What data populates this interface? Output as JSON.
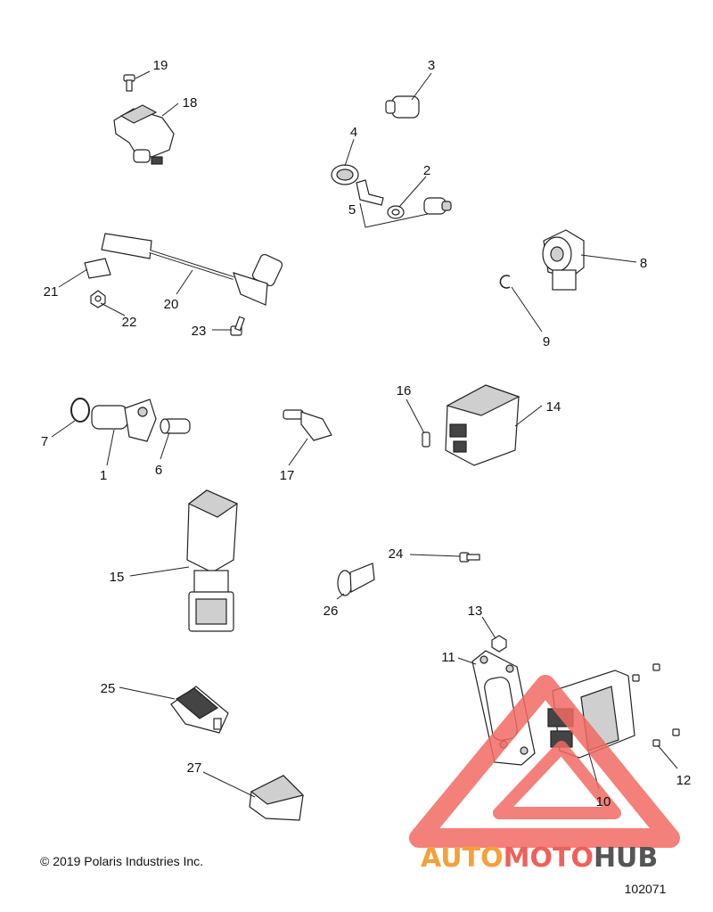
{
  "callouts": [
    "1",
    "2",
    "3",
    "4",
    "5",
    "6",
    "7",
    "8",
    "9",
    "10",
    "11",
    "12",
    "13",
    "14",
    "15",
    "16",
    "17",
    "18",
    "19",
    "20",
    "21",
    "22",
    "23",
    "24",
    "25",
    "26",
    "27"
  ],
  "copyright": "© 2019 Polaris Industries Inc.",
  "figure_id": "102071",
  "watermark": {
    "part1": "AUTO",
    "part2": "MOTO",
    "part3": "HUB",
    "colors": {
      "auto": "#f4a13a",
      "moto": "#f0605a",
      "hub": "#555555",
      "triangle": "#f26a63"
    }
  }
}
